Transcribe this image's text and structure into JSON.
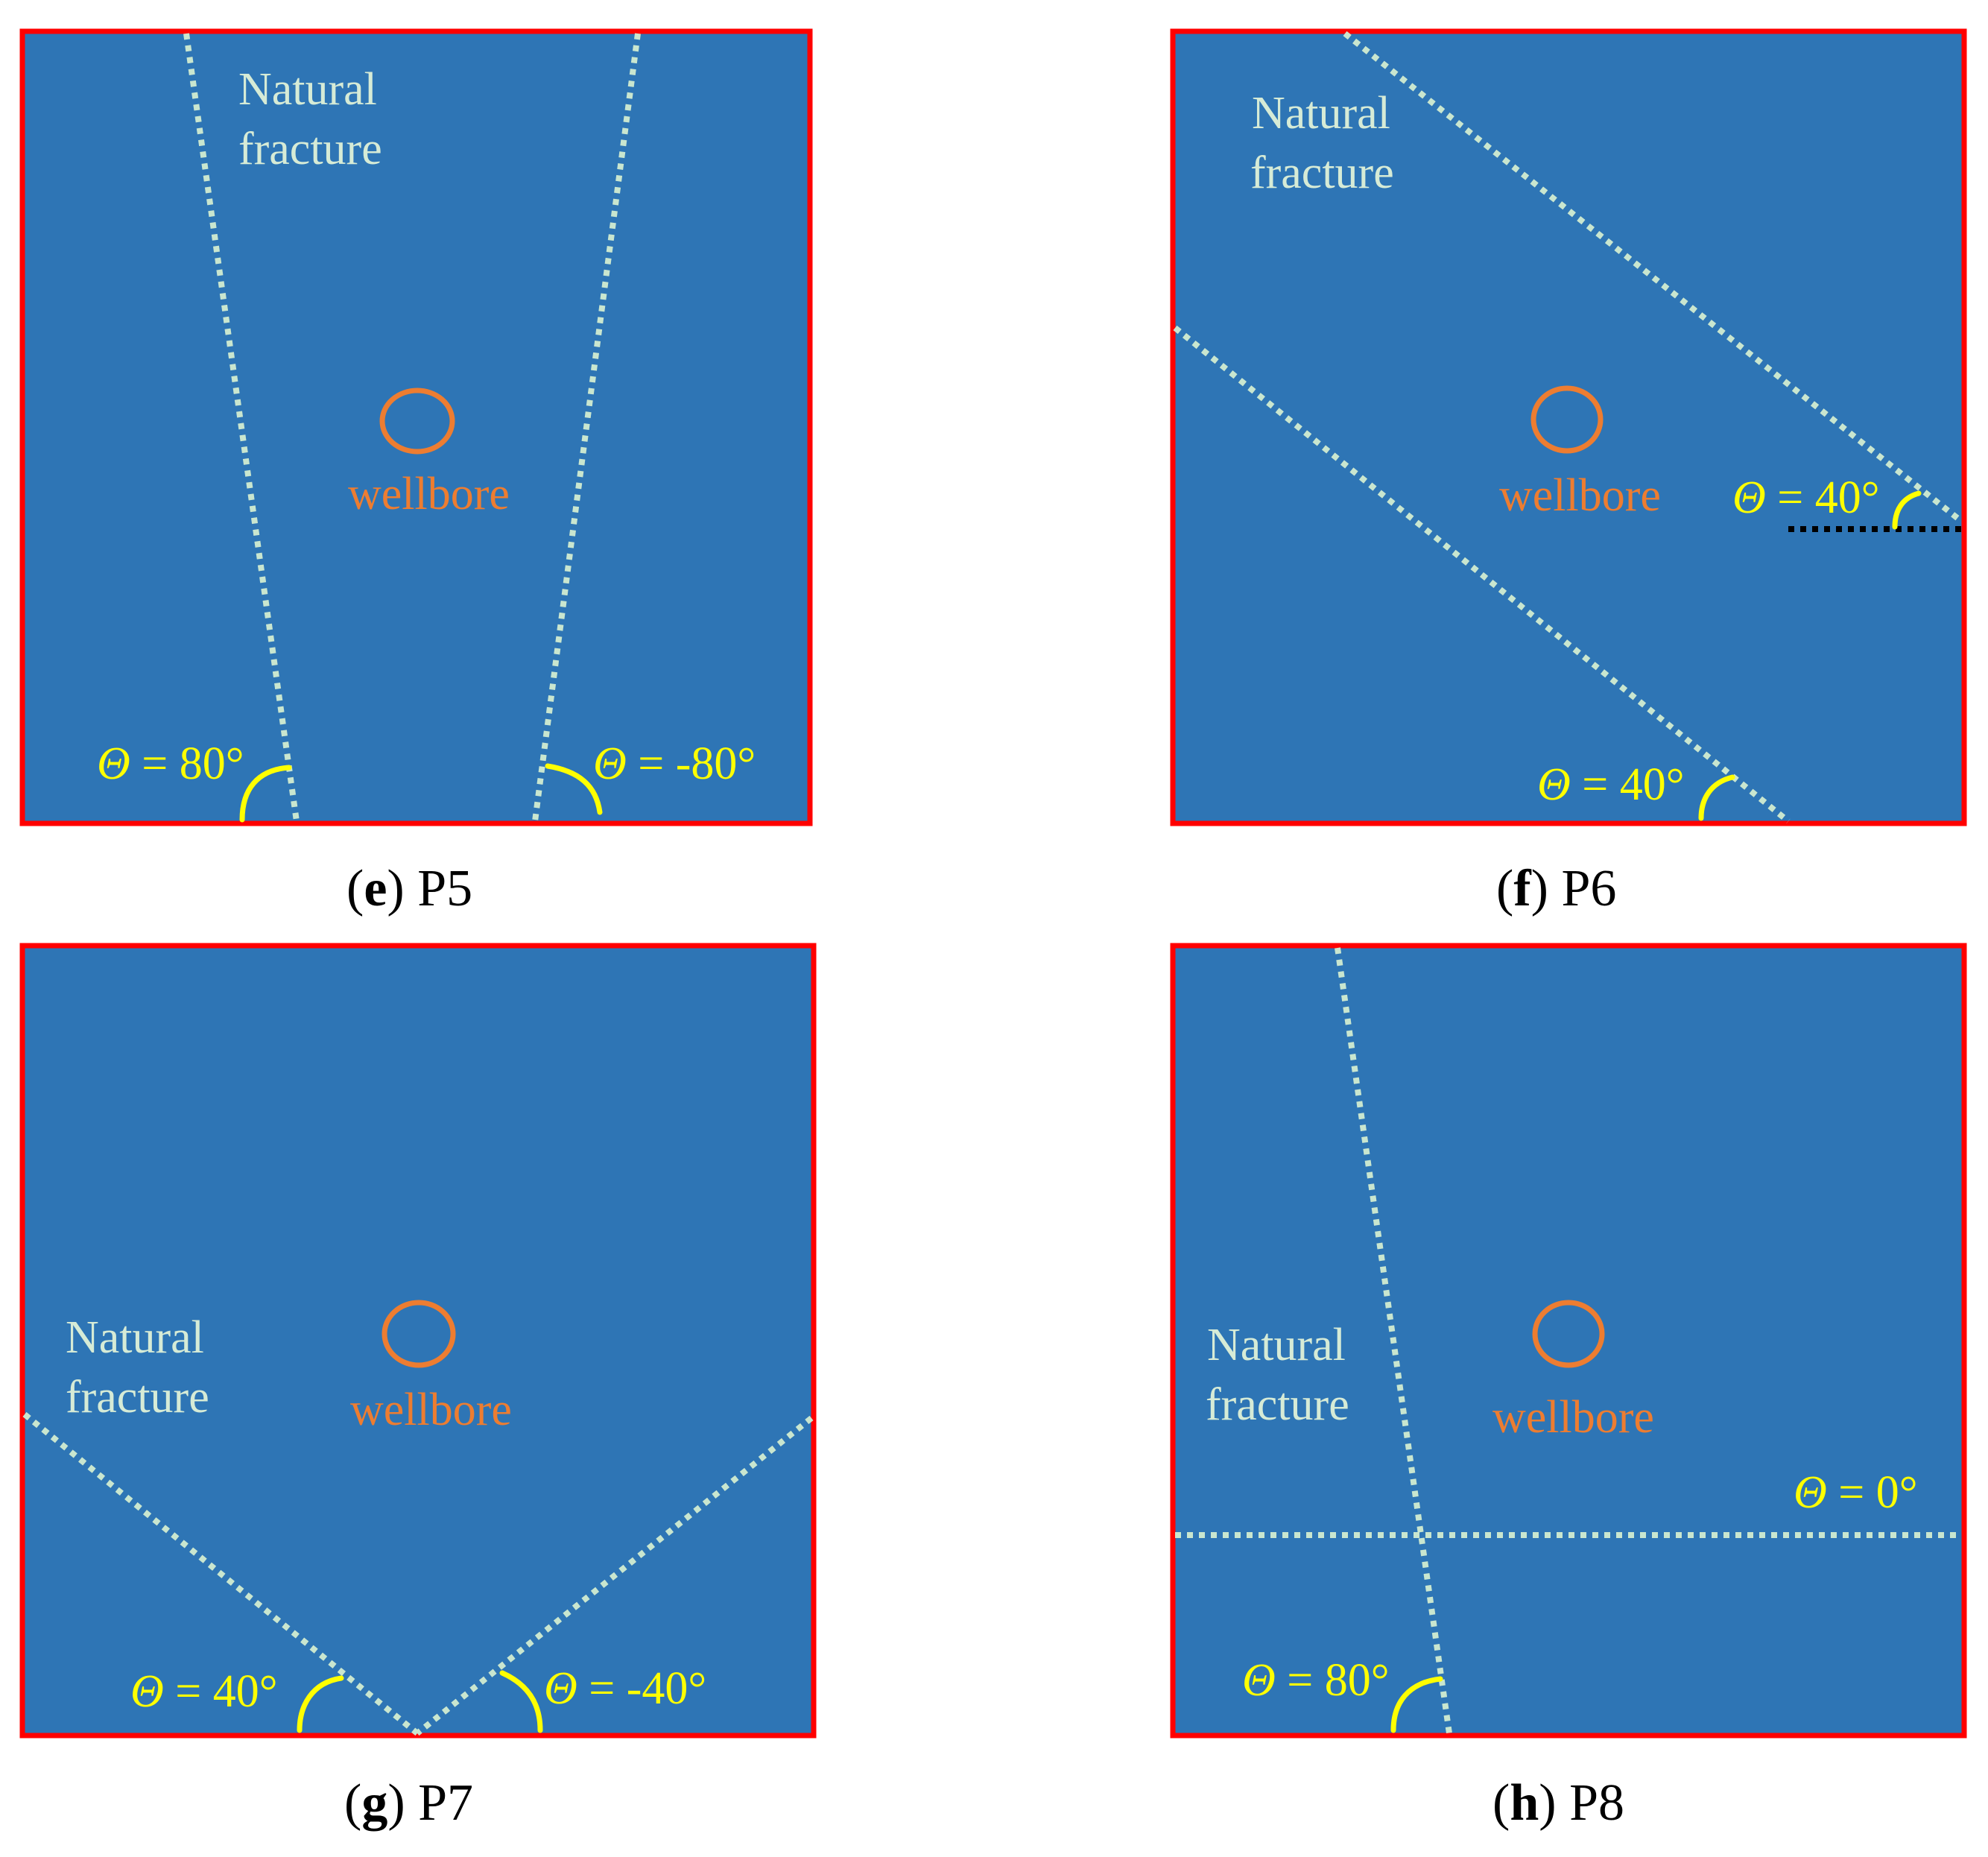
{
  "labels": {
    "natural_line1": "Natural",
    "natural_line2": "fracture",
    "wellbore": "wellbore"
  },
  "colors": {
    "panel_fill": "#2E75B5",
    "panel_border": "#FF0000",
    "fracture": "#C9E6CF",
    "wellbore": "#ED7D31",
    "angle": "#FFFF00"
  },
  "panels": [
    {
      "letter": "e",
      "name": "P5",
      "angles": [
        "80°",
        "-80°"
      ]
    },
    {
      "letter": "f",
      "name": "P6",
      "angles": [
        "40°",
        "40°"
      ]
    },
    {
      "letter": "g",
      "name": "P7",
      "angles": [
        "40°",
        "-40°"
      ]
    },
    {
      "letter": "h",
      "name": "P8",
      "angles": [
        "0°",
        "80°"
      ]
    }
  ],
  "theta_symbol": "Θ",
  "equals": " = "
}
